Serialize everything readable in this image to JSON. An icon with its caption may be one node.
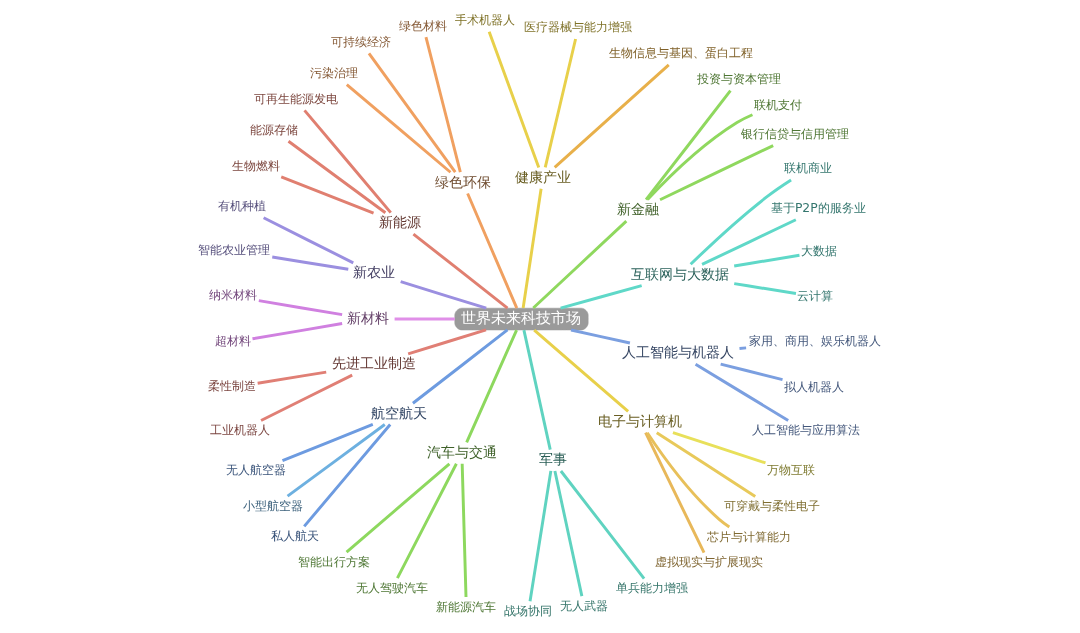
{
  "diagram": {
    "nodes": [
      {
        "text": [
          "世界未来科技市场"
        ]
      },
      {
        "text": [
          "互联网与大数据"
        ]
      },
      {
        "text": [
          "云计算"
        ]
      },
      {
        "text": [
          "大数据"
        ]
      },
      {
        "text": [
          "基于P2P的服务业"
        ]
      },
      {
        "text": [
          "联机商业"
        ]
      },
      {
        "text": [
          "新金融"
        ]
      },
      {
        "text": [
          "银行信贷与信用管理"
        ]
      },
      {
        "text": [
          "联机支付"
        ]
      },
      {
        "text": [
          "投资与资本管理"
        ]
      },
      {
        "text": [
          "健康产业"
        ]
      },
      {
        "text": [
          "生物信息与基因、蛋白工程"
        ]
      },
      {
        "text": [
          "医疗器械与能力增强"
        ]
      },
      {
        "text": [
          "手术机器人"
        ]
      },
      {
        "text": [
          "绿色环保"
        ]
      },
      {
        "text": [
          "绿色材料"
        ]
      },
      {
        "text": [
          "可持续经济"
        ]
      },
      {
        "text": [
          "污染治理"
        ]
      },
      {
        "text": [
          "新能源"
        ]
      },
      {
        "text": [
          "可再生能源发电"
        ]
      },
      {
        "text": [
          "能源存储"
        ]
      },
      {
        "text": [
          "生物燃料"
        ]
      },
      {
        "text": [
          "新农业"
        ]
      },
      {
        "text": [
          "有机种植"
        ]
      },
      {
        "text": [
          "智能农业管理"
        ]
      },
      {
        "text": [
          "新材料"
        ]
      },
      {
        "text": [
          "纳米材料"
        ]
      },
      {
        "text": [
          "超材料"
        ]
      },
      {
        "text": [
          "先进工业制造"
        ]
      },
      {
        "text": [
          "柔性制造"
        ]
      },
      {
        "text": [
          "工业机器人"
        ]
      },
      {
        "text": [
          "航空航天"
        ]
      },
      {
        "text": [
          "无人航空器"
        ]
      },
      {
        "text": [
          "小型航空器"
        ]
      },
      {
        "text": [
          "私人航天"
        ]
      },
      {
        "text": [
          "汽车与交通"
        ]
      },
      {
        "text": [
          "智能出行方案"
        ]
      },
      {
        "text": [
          "无人驾驶汽车"
        ]
      },
      {
        "text": [
          "新能源汽车"
        ]
      },
      {
        "text": [
          "军事"
        ]
      },
      {
        "text": [
          "战场协同"
        ]
      },
      {
        "text": [
          "无人武器"
        ]
      },
      {
        "text": [
          "单兵能力增强"
        ]
      },
      {
        "text": [
          "电子与计算机"
        ]
      },
      {
        "text": [
          "虚拟现实与扩展现实"
        ]
      },
      {
        "text": [
          "芯片与计算能力"
        ]
      },
      {
        "text": [
          "可穿戴与柔性电子"
        ]
      },
      {
        "text": [
          "万物互联"
        ]
      },
      {
        "text": [
          "人工智能与机器人"
        ]
      },
      {
        "text": [
          "人工智能与应用算法"
        ]
      },
      {
        "text": [
          "拟人机器人"
        ]
      },
      {
        "text": [
          "家用、商用、娱乐机器人"
        ]
      }
    ],
    "edges": [
      {
        "from": 0,
        "to": 1,
        "arrow": "none",
        "color": "#5fd8c8"
      },
      {
        "from": 1,
        "to": 2,
        "arrow": "none",
        "color": "#5fd8c8"
      },
      {
        "from": 1,
        "to": 3,
        "arrow": "none",
        "color": "#5fd8c8"
      },
      {
        "from": 1,
        "to": 4,
        "arrow": "none",
        "color": "#5fd8c8"
      },
      {
        "from": 1,
        "to": 5,
        "arrow": "none",
        "color": "#5fd8c8"
      },
      {
        "from": 0,
        "to": 6,
        "arrow": "none",
        "color": "#8fd85e"
      },
      {
        "from": 6,
        "to": 7,
        "arrow": "none",
        "color": "#8fd85e"
      },
      {
        "from": 6,
        "to": 8,
        "arrow": "none",
        "color": "#8fd85e"
      },
      {
        "from": 6,
        "to": 9,
        "arrow": "none",
        "color": "#8fd85e"
      },
      {
        "from": 0,
        "to": 10,
        "arrow": "none",
        "color": "#e8d04a"
      },
      {
        "from": 10,
        "to": 11,
        "arrow": "none",
        "color": "#e8b04a"
      },
      {
        "from": 10,
        "to": 12,
        "arrow": "none",
        "color": "#e8d04a"
      },
      {
        "from": 10,
        "to": 13,
        "arrow": "none",
        "color": "#e8d04a"
      },
      {
        "from": 0,
        "to": 14,
        "arrow": "none",
        "color": "#f0a060"
      },
      {
        "from": 14,
        "to": 15,
        "arrow": "none",
        "color": "#f0a060"
      },
      {
        "from": 14,
        "to": 16,
        "arrow": "none",
        "color": "#f0a060"
      },
      {
        "from": 14,
        "to": 17,
        "arrow": "none",
        "color": "#f0a060"
      },
      {
        "from": 0,
        "to": 18,
        "arrow": "none",
        "color": "#e07f70"
      },
      {
        "from": 18,
        "to": 19,
        "arrow": "none",
        "color": "#e07f70"
      },
      {
        "from": 18,
        "to": 20,
        "arrow": "none",
        "color": "#e07f70"
      },
      {
        "from": 18,
        "to": 21,
        "arrow": "none",
        "color": "#e07f70"
      },
      {
        "from": 0,
        "to": 22,
        "arrow": "none",
        "color": "#9b8fe0"
      },
      {
        "from": 22,
        "to": 23,
        "arrow": "none",
        "color": "#9b8fe0"
      },
      {
        "from": 22,
        "to": 24,
        "arrow": "none",
        "color": "#9b8fe0"
      },
      {
        "from": 0,
        "to": 25,
        "arrow": "none",
        "color": "#e08fe8"
      },
      {
        "from": 25,
        "to": 26,
        "arrow": "none",
        "color": "#d080e0"
      },
      {
        "from": 25,
        "to": 27,
        "arrow": "none",
        "color": "#d080e0"
      },
      {
        "from": 0,
        "to": 28,
        "arrow": "none",
        "color": "#e07f75"
      },
      {
        "from": 28,
        "to": 29,
        "arrow": "none",
        "color": "#e07f75"
      },
      {
        "from": 28,
        "to": 30,
        "arrow": "none",
        "color": "#e07f75"
      },
      {
        "from": 0,
        "to": 31,
        "arrow": "none",
        "color": "#6d9be0"
      },
      {
        "from": 31,
        "to": 32,
        "arrow": "none",
        "color": "#6d9be0"
      },
      {
        "from": 31,
        "to": 33,
        "arrow": "none",
        "color": "#6db0e0"
      },
      {
        "from": 31,
        "to": 34,
        "arrow": "none",
        "color": "#6d9be0"
      },
      {
        "from": 0,
        "to": 35,
        "arrow": "none",
        "color": "#8dd85e"
      },
      {
        "from": 35,
        "to": 36,
        "arrow": "none",
        "color": "#8dd85e"
      },
      {
        "from": 35,
        "to": 37,
        "arrow": "none",
        "color": "#8dd85e"
      },
      {
        "from": 35,
        "to": 38,
        "arrow": "none",
        "color": "#8dd85e"
      },
      {
        "from": 0,
        "to": 39,
        "arrow": "none",
        "color": "#5fd3c0"
      },
      {
        "from": 39,
        "to": 40,
        "arrow": "none",
        "color": "#5fd3c0"
      },
      {
        "from": 39,
        "to": 41,
        "arrow": "none",
        "color": "#5fd3c0"
      },
      {
        "from": 39,
        "to": 42,
        "arrow": "none",
        "color": "#5fd3c0"
      },
      {
        "from": 0,
        "to": 43,
        "arrow": "none",
        "color": "#e8d04a"
      },
      {
        "from": 43,
        "to": 44,
        "arrow": "none",
        "color": "#e8b85a"
      },
      {
        "from": 43,
        "to": 45,
        "arrow": "none",
        "color": "#e8c05a"
      },
      {
        "from": 43,
        "to": 46,
        "arrow": "none",
        "color": "#e8c95a"
      },
      {
        "from": 43,
        "to": 47,
        "arrow": "none",
        "color": "#e8e05a"
      },
      {
        "from": 0,
        "to": 48,
        "arrow": "none",
        "color": "#7b9fe0"
      },
      {
        "from": 48,
        "to": 49,
        "arrow": "none",
        "color": "#7b9fe0"
      },
      {
        "from": 48,
        "to": 50,
        "arrow": "none",
        "color": "#7b9fe0"
      },
      {
        "from": 48,
        "to": 51,
        "arrow": "none",
        "color": "#7b9fe0"
      }
    ]
  }
}
